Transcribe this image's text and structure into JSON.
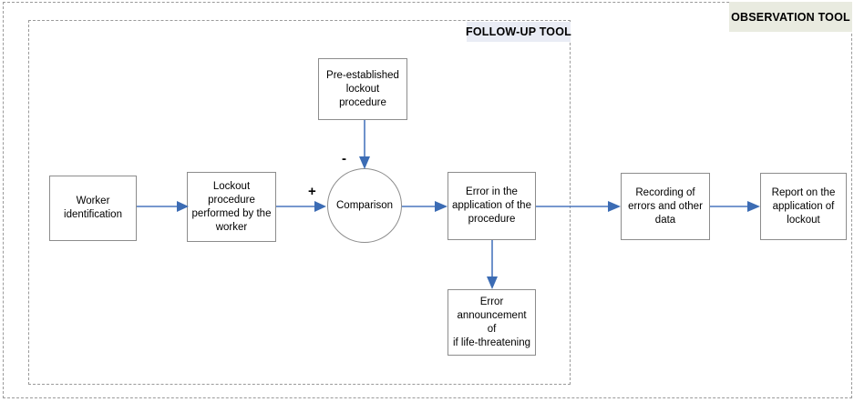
{
  "diagram": {
    "title_labels": {
      "observation_tool": "OBSERVATION TOOL",
      "followup_tool": "FOLLOW-UP TOOL"
    },
    "colors": {
      "observation_label_bg": "#e9ebe0",
      "followup_label_bg": "#e9ecf5",
      "connector": "#4a76be",
      "arrowhead": "#3c6cb4",
      "node_border": "#8c8c8c",
      "boundary_dash": "#9a9a9a"
    },
    "nodes": [
      {
        "id": "worker-identification",
        "label": "Worker\nidentification",
        "shape": "rectangle"
      },
      {
        "id": "lockout-procedure-performed",
        "label": "Lockout\nprocedure\nperformed by the\nworker",
        "shape": "rectangle"
      },
      {
        "id": "pre-established-lockout-procedure",
        "label": "Pre-established\nlockout\nprocedure",
        "shape": "rectangle"
      },
      {
        "id": "comparison",
        "label": "Comparison",
        "shape": "circle"
      },
      {
        "id": "error-in-application",
        "label": "Error in the\napplication of the\nprocedure",
        "shape": "rectangle"
      },
      {
        "id": "error-announcement",
        "label": "Error\nannouncement of\nif life-threatening",
        "shape": "rectangle"
      },
      {
        "id": "recording-of-errors",
        "label": "Recording of\nerrors and other\ndata",
        "shape": "rectangle"
      },
      {
        "id": "report-on-lockout",
        "label": "Report on the\napplication of\nlockout",
        "shape": "rectangle"
      }
    ],
    "signs": {
      "plus": "+",
      "minus": "-"
    },
    "edges": [
      {
        "from": "worker-identification",
        "to": "lockout-procedure-performed"
      },
      {
        "from": "lockout-procedure-performed",
        "to": "comparison",
        "sign": "+"
      },
      {
        "from": "pre-established-lockout-procedure",
        "to": "comparison",
        "sign": "-"
      },
      {
        "from": "comparison",
        "to": "error-in-application"
      },
      {
        "from": "error-in-application",
        "to": "error-announcement"
      },
      {
        "from": "error-in-application",
        "to": "recording-of-errors"
      },
      {
        "from": "recording-of-errors",
        "to": "report-on-lockout"
      }
    ]
  }
}
